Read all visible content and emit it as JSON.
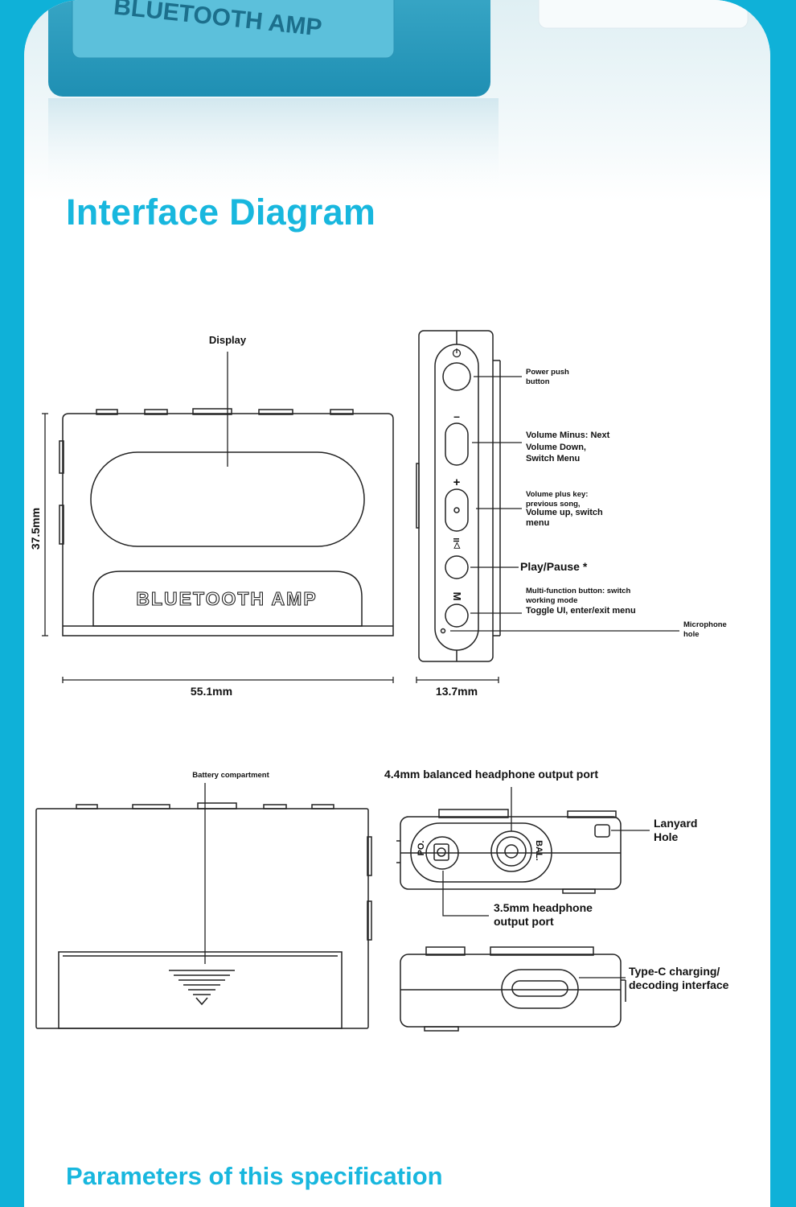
{
  "page": {
    "heading": "Interface Diagram",
    "footer_heading": "Parameters of this specification",
    "accent_color": "#18b7de",
    "frame_color": "#0fb1d8"
  },
  "hero": {
    "device_text": "BLUETOOTH AMP"
  },
  "front_view": {
    "display_label": "Display",
    "brand_text": "BLUETOOTH AMP",
    "height_dim": "37.5mm",
    "width_dim": "55.1mm"
  },
  "side_view": {
    "depth_dim": "13.7mm",
    "power_label_1": "Power push",
    "power_label_2": "button",
    "vol_minus_1": "Volume Minus: Next",
    "vol_minus_2": "Volume Down,",
    "vol_minus_3": "Switch Menu",
    "vol_plus_1": "Volume plus key:",
    "vol_plus_2": "previous song,",
    "vol_plus_3": "Volume up, switch",
    "vol_plus_4": "menu",
    "play_pause": "Play/Pause *",
    "multi_1": "Multi-function button: switch",
    "multi_2": "working mode",
    "multi_3": "Toggle UI, enter/exit menu",
    "mic_1": "Microphone",
    "mic_2": "hole",
    "btn_minus": "–",
    "btn_plus": "+",
    "btn_play": "▷II",
    "btn_m": "M"
  },
  "back_view": {
    "battery_label": "Battery compartment"
  },
  "top_view": {
    "balanced_label": "4.4mm balanced headphone output port",
    "lanyard_1": "Lanyard",
    "lanyard_2": "Hole",
    "po_text": "PO.",
    "bal_text": "BAL.",
    "jack_35_1": "3.5mm headphone",
    "jack_35_2": "output port"
  },
  "bottom_view": {
    "typec_1": "Type-C charging/",
    "typec_2": "decoding interface"
  }
}
